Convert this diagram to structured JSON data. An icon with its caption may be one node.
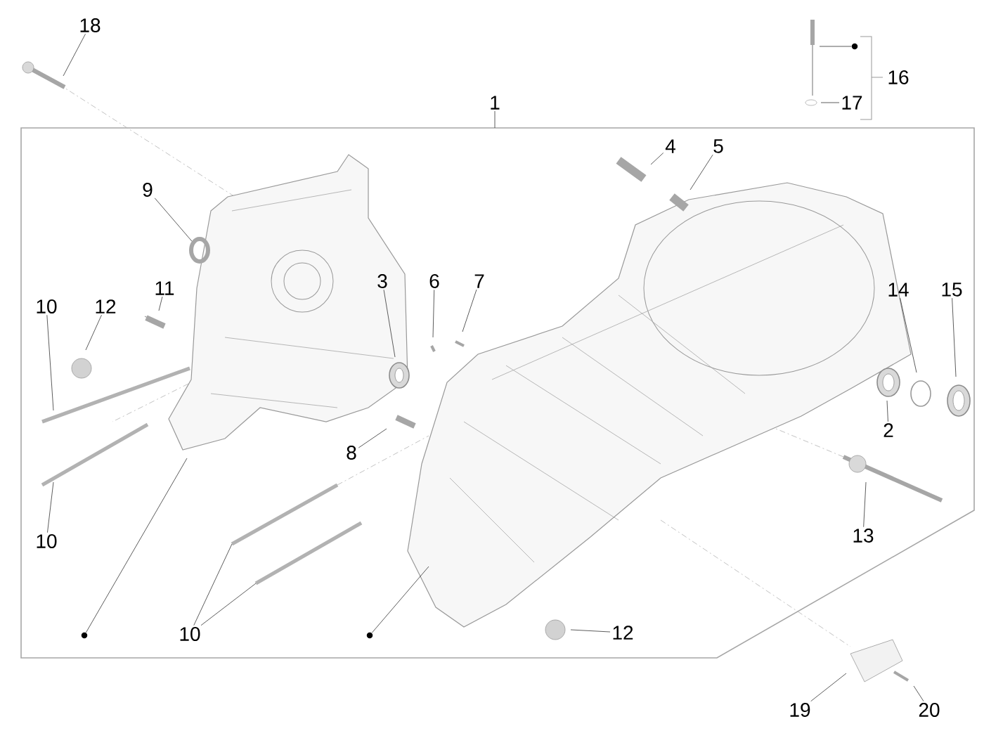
{
  "diagram": {
    "nodes": [
      {
        "text": [
          "18"
        ]
      },
      {
        "text": [
          "1"
        ]
      },
      {
        "text": [
          "4"
        ]
      },
      {
        "text": [
          "5"
        ]
      },
      {
        "text": [
          "16"
        ]
      },
      {
        "text": [],
        "shape": "circle"
      },
      {
        "text": [
          "17"
        ]
      },
      {
        "text": [
          "9"
        ]
      },
      {
        "text": [
          "3"
        ]
      },
      {
        "text": [
          "6"
        ]
      },
      {
        "text": [
          "7"
        ]
      },
      {
        "text": [
          "14"
        ]
      },
      {
        "text": [
          "15"
        ]
      },
      {
        "text": [
          "11"
        ]
      },
      {
        "text": [
          "10"
        ]
      },
      {
        "text": [
          "12"
        ]
      },
      {
        "text": [
          "2"
        ]
      },
      {
        "text": [
          "8"
        ]
      },
      {
        "text": [
          "13"
        ]
      },
      {
        "text": [
          "10"
        ]
      },
      {
        "text": [],
        "shape": "circle"
      },
      {
        "text": [
          "10"
        ]
      },
      {
        "text": [],
        "shape": "circle"
      },
      {
        "text": [
          "12"
        ]
      },
      {
        "text": [
          "19"
        ]
      },
      {
        "text": [
          "20"
        ]
      },
      {
        "text": [],
        "shape": "ring"
      }
    ],
    "edges": [
      {
        "from": 0,
        "to": null,
        "arrow": "none"
      },
      {
        "from": 1,
        "to": null,
        "arrow": "none"
      },
      {
        "from": 2,
        "to": null,
        "arrow": "none"
      },
      {
        "from": 3,
        "to": null,
        "arrow": "none"
      },
      {
        "from": 5,
        "to": null,
        "arrow": "none"
      },
      {
        "from": 6,
        "to": null,
        "arrow": "none"
      },
      {
        "from": 7,
        "to": 26,
        "arrow": "none"
      },
      {
        "from": 8,
        "to": null,
        "arrow": "none"
      },
      {
        "from": 9,
        "to": null,
        "arrow": "none"
      },
      {
        "from": 10,
        "to": null,
        "arrow": "none"
      },
      {
        "from": 11,
        "to": null,
        "arrow": "none"
      },
      {
        "from": 12,
        "to": null,
        "arrow": "none"
      },
      {
        "from": 13,
        "to": null,
        "arrow": "none"
      },
      {
        "from": 14,
        "to": null,
        "arrow": "none"
      },
      {
        "from": 15,
        "to": null,
        "arrow": "none"
      },
      {
        "from": 16,
        "to": null,
        "arrow": "none"
      },
      {
        "from": 17,
        "to": null,
        "arrow": "none"
      },
      {
        "from": 18,
        "to": null,
        "arrow": "none"
      },
      {
        "from": 19,
        "to": null,
        "arrow": "none"
      },
      {
        "from": 20,
        "to": null,
        "arrow": "none"
      },
      {
        "from": 21,
        "to": null,
        "arrow": "none"
      },
      {
        "from": 21,
        "to": null,
        "arrow": "none"
      },
      {
        "from": 22,
        "to": null,
        "arrow": "none"
      },
      {
        "from": 23,
        "to": null,
        "arrow": "none"
      },
      {
        "from": 24,
        "to": null,
        "arrow": "none"
      },
      {
        "from": 25,
        "to": null,
        "arrow": "none"
      }
    ]
  }
}
